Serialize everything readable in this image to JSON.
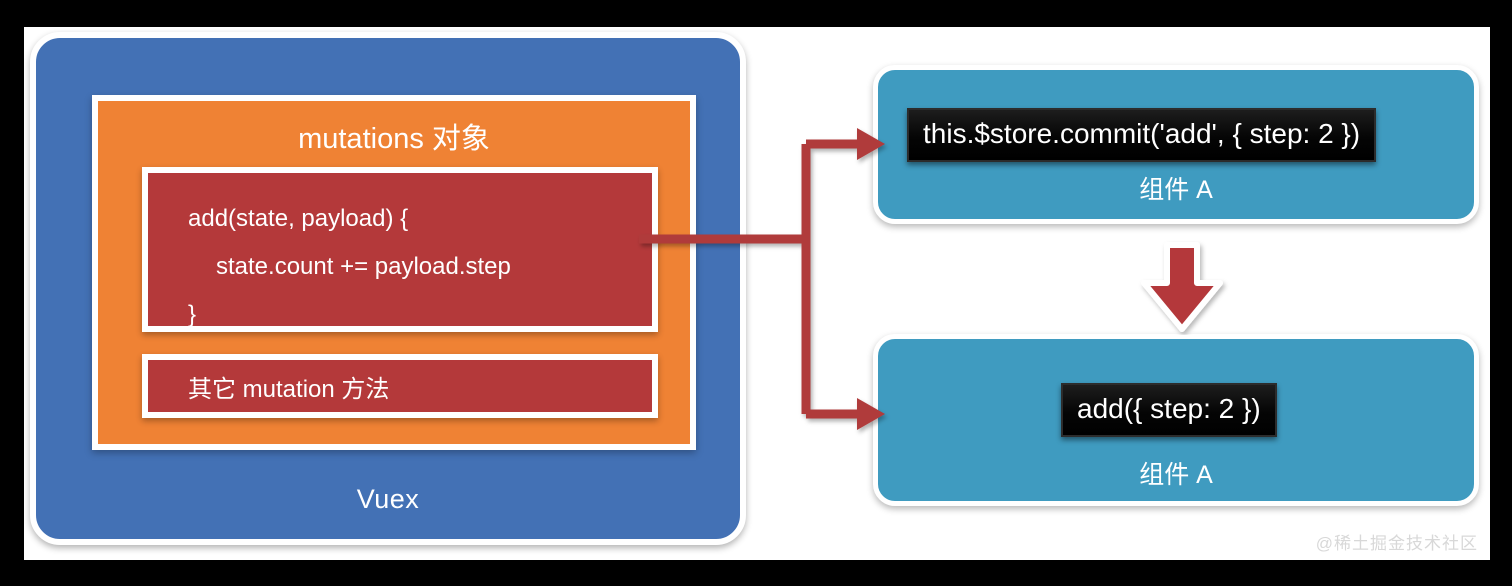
{
  "diagram": {
    "title": "Vuex mutations flow",
    "colors": {
      "frame": "#000000",
      "canvas": "#ffffff",
      "vuex_blue": "#4371b5",
      "mutations_orange": "#ef8234",
      "code_red": "#b4393a",
      "component_teal": "#3f9bc0",
      "connector_red": "#b03a3a",
      "code_chip_black": "#000000",
      "outline_white": "#ffffff"
    }
  },
  "vuex_panel": {
    "label": "Vuex",
    "mutations_box": {
      "title": "mutations 对象",
      "mutation_code": {
        "lines": [
          "add(state, payload) {",
          "state.count += payload.step",
          "}"
        ]
      },
      "other_mutations": {
        "label": "其它 mutation 方法"
      }
    }
  },
  "components": [
    {
      "code": "this.$store.commit('add', { step: 2 })",
      "label": "组件 A"
    },
    {
      "code": "add({ step: 2 })",
      "label": "组件 A"
    }
  ],
  "connectors": {
    "branch_from_mutation": "bracket-arrow-right",
    "between_components": "down-arrow"
  },
  "watermark": {
    "text": "@稀土掘金技术社区"
  }
}
